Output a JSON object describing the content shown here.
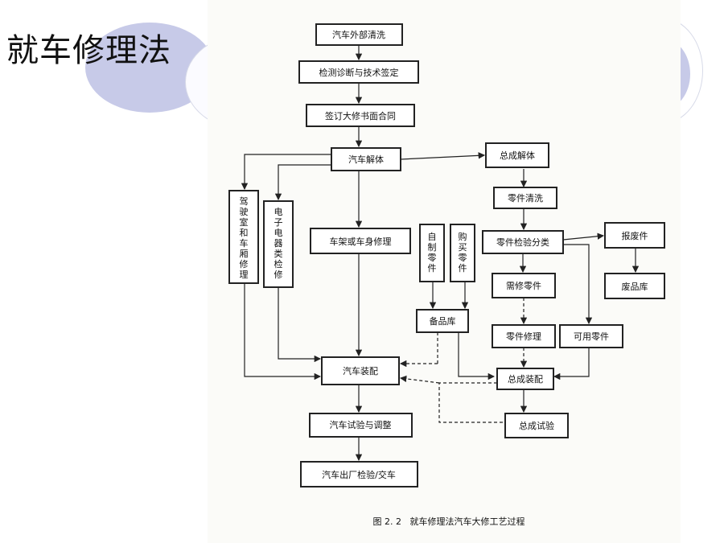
{
  "slide": {
    "title": "就车修理法"
  },
  "diagram": {
    "nodes": {
      "wash": "汽车外部清洗",
      "inspect": "检测诊断与技术签定",
      "contract": "签订大修书面合同",
      "disassemble": "汽车解体",
      "assy_disassemble": "总成解体",
      "parts_clean": "零件清洗",
      "parts_sort": "零件检验分类",
      "scrap": "报废件",
      "scrap_store": "废品库",
      "repair_needed": "需修零件",
      "parts_repair": "零件修理",
      "usable": "可用零件",
      "cab_repair": "驾驶室和车厢修理",
      "elec_repair": "电子电器类检修",
      "frame_repair": "车架或车身修理",
      "self_made": "自制零件",
      "purchased": "购买零件",
      "spare_store": "备品库",
      "assy_assemble": "总成装配",
      "assy_test": "总成试验",
      "vehicle_assemble": "汽车装配",
      "vehicle_test": "汽车试验与调整",
      "delivery": "汽车出厂检验/交车"
    },
    "caption": "图 2. 2   就车修理法汽车大修工艺过程"
  },
  "colors": {
    "accent": "#c7cae8",
    "line": "#222222"
  }
}
